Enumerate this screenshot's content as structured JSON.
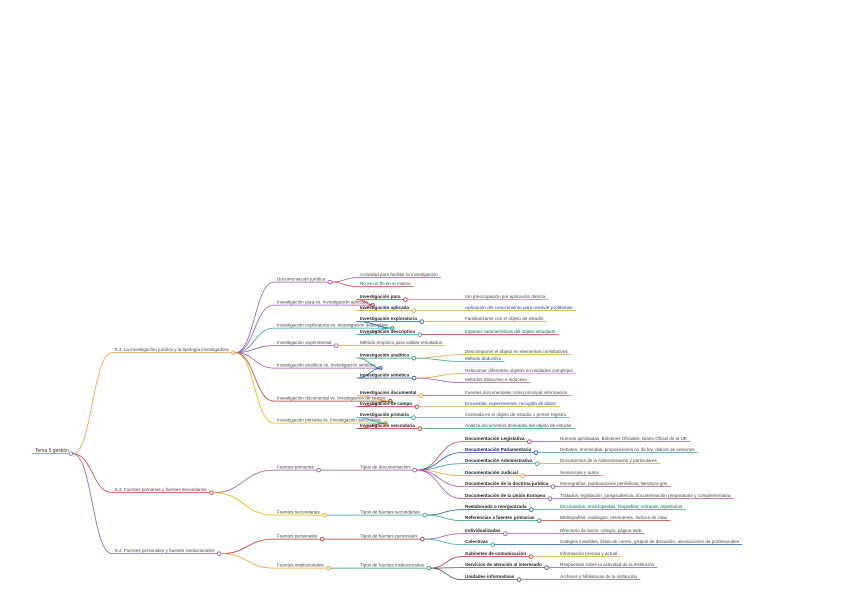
{
  "root": {
    "label": "Tema 5 gestión",
    "color": "#6f8fb0"
  },
  "branches": [
    {
      "label": "5.3. La investigación jurídica y la tipología investigadora",
      "color": "#f0a040",
      "children": [
        {
          "label": "Documentación jurídica",
          "color": "#9b59b6",
          "children": [
            {
              "label": "Actividad para facilitar la investigación",
              "color": "#9b59b6"
            },
            {
              "label": "No es un fin en sí mismo",
              "color": "#d64545"
            }
          ]
        },
        {
          "label": "Investigación pura vs. Investigación aplicada",
          "color": "#9b59b6",
          "children": [
            {
              "label": "Investigación pura",
              "bold": true,
              "color": "#c0392b",
              "children": [
                {
                  "label": "Sin preocupación por aplicación directa",
                  "color": "#b47ec9"
                }
              ]
            },
            {
              "label": "Investigación aplicada",
              "bold": true,
              "color": "#e6a040",
              "children": [
                {
                  "label": "Aplicación del conocimiento para resolver problemas",
                  "color": "#e6a040"
                }
              ]
            }
          ]
        },
        {
          "label": "Investigación exploratoria vs. Investigación descriptiva",
          "color": "#3aa0b0",
          "children": [
            {
              "label": "Investigación exploratoria",
              "bold": true,
              "color": "#1f5fa8",
              "children": [
                {
                  "label": "Familiarizarse con el objeto de estudio",
                  "color": "#e6a040"
                }
              ]
            },
            {
              "label": "Investigación descriptiva",
              "bold": true,
              "color": "#3aa0b0",
              "children": [
                {
                  "label": "Exponer características del objeto estudiado",
                  "color": "#c0392b"
                }
              ]
            }
          ]
        },
        {
          "label": "Investigación experimental",
          "color": "#9b59b6",
          "children": [
            {
              "label": "Método empírico para validar resultados",
              "color": "#e6a040"
            }
          ]
        },
        {
          "label": "Investigación analítica vs. Investigación sintética",
          "color": "#9b59b6",
          "children": [
            {
              "label": "Investigación analítica",
              "bold": true,
              "color": "#2e9e6b",
              "children": [
                {
                  "label": "Descomponer el objeto en elementos constitutivos",
                  "color": "#e6a040"
                },
                {
                  "label": "Método deductivo",
                  "color": "#3aa0b0"
                }
              ]
            },
            {
              "label": "Investigación sintética",
              "bold": true,
              "color": "#1f5fa8",
              "children": [
                {
                  "label": "Relacionar diferentes objetos en unidades complejas",
                  "color": "#e6a040"
                },
                {
                  "label": "Métodos deductivo e inductivo",
                  "color": "#9b59b6"
                }
              ]
            }
          ]
        },
        {
          "label": "Investigación documental vs. Investigación de campo",
          "color": "#c0392b",
          "children": [
            {
              "label": "Investigación documental",
              "bold": true,
              "color": "#e6a040",
              "children": [
                {
                  "label": "Fuentes documentales como principal información",
                  "color": "#9b59b6"
                }
              ]
            },
            {
              "label": "Investigación de campo",
              "bold": true,
              "color": "#c0392b",
              "children": [
                {
                  "label": "Encuestas, experimentos, recogida de datos",
                  "color": "#e6a040"
                }
              ]
            }
          ]
        },
        {
          "label": "Investigación primaria vs. Investigación secundaria",
          "color": "#e6b800",
          "children": [
            {
              "label": "Investigación primaria",
              "bold": true,
              "color": "#3aa0b0",
              "children": [
                {
                  "label": "Centrada en el objeto de estudio o primer registro",
                  "color": "#3aa0b0"
                }
              ]
            },
            {
              "label": "Investigación secundaria",
              "bold": true,
              "color": "#c0392b",
              "children": [
                {
                  "label": "Analiza documentos derivados del objeto de estudio",
                  "color": "#2e9e6b"
                }
              ]
            }
          ]
        }
      ]
    },
    {
      "label": "5.3. Fuentes primarias y fuentes secundarias",
      "color": "#d64545",
      "children": [
        {
          "label": "Fuentes primarias",
          "color": "#9b59b6",
          "children": [
            {
              "label": "Tipos de documentación",
              "color": "#9b59b6",
              "children": [
                {
                  "label": "Documentación Legislativa",
                  "bold": true,
                  "color": "#d64545",
                  "children": [
                    {
                      "label": "Normas aprobadas, Boletines Oficiales, Diario Oficial de la UE",
                      "color": "#9b59b6"
                    }
                  ]
                },
                {
                  "label": "Documentación Parlamentaria",
                  "bold": true,
                  "color": "#1f5fa8",
                  "children": [
                    {
                      "label": "Debates, enmiendas, proposiciones no de ley, diarios de sesiones",
                      "color": "#3aa0b0"
                    }
                  ]
                },
                {
                  "label": "Documentación Administrativa",
                  "bold": true,
                  "color": "#3aa0b0",
                  "children": [
                    {
                      "label": "Documentos de la Administración y particulares",
                      "color": "#e6a040"
                    }
                  ]
                },
                {
                  "label": "Documentación Judicial",
                  "bold": true,
                  "color": "#e6a040",
                  "children": [
                    {
                      "label": "Sentencias y autos",
                      "color": "#9b59b6"
                    }
                  ]
                },
                {
                  "label": "Documentación de la doctrina jurídica",
                  "bold": true,
                  "color": "#9b59b6",
                  "children": [
                    {
                      "label": "Monografías, publicaciones periódicas, literatura gris",
                      "color": "#9b59b6"
                    }
                  ]
                },
                {
                  "label": "Documentación de la Unión Europea",
                  "bold": true,
                  "color": "#9b59b6",
                  "children": [
                    {
                      "label": "Tratados, legislación, jurisprudencia, documentación preparatoria y complementaria",
                      "color": "#9b59b6"
                    }
                  ]
                }
              ]
            }
          ]
        },
        {
          "label": "Fuentes secundarias",
          "color": "#e6b800",
          "children": [
            {
              "label": "Tipos de fuentes secundarias",
              "color": "#3aa0b0",
              "children": [
                {
                  "label": "Reelaborada o reorganizada",
                  "bold": true,
                  "color": "#1f5fa8",
                  "children": [
                    {
                      "label": "Diccionarios, enciclopedias, biografías, crónicas, repertorios",
                      "color": "#3aa0b0"
                    }
                  ]
                },
                {
                  "label": "Referencias a fuentes primarias",
                  "bold": true,
                  "color": "#2e9e6b",
                  "children": [
                    {
                      "label": "Bibliografías, catálogos, resúmenes, índices de citas",
                      "color": "#c0392b"
                    }
                  ]
                }
              ]
            }
          ]
        }
      ]
    },
    {
      "label": "5.4. Fuentes personales y fuentes institucionales",
      "color": "#9b59b6",
      "children": [
        {
          "label": "Fuentes personales",
          "color": "#c0392b",
          "children": [
            {
              "label": "Tipos de fuentes personales",
              "color": "#c0392b",
              "children": [
                {
                  "label": "Individualizadas",
                  "bold": true,
                  "color": "#9b59b6",
                  "children": [
                    {
                      "label": "Directorio de laxos, colegio, página web",
                      "color": "#9b59b6"
                    }
                  ]
                },
                {
                  "label": "Colectivas",
                  "bold": true,
                  "color": "#3aa0b0",
                  "children": [
                    {
                      "label": "Colegios invisibles, listas de correo, grupos de discusión, asociaciones de profesionales",
                      "color": "#1f5fa8"
                    }
                  ]
                }
              ]
            }
          ]
        },
        {
          "label": "Fuentes institucionales",
          "color": "#e6a040",
          "children": [
            {
              "label": "Tipos de fuentes institucionales",
              "color": "#2e9e6b",
              "children": [
                {
                  "label": "Gabinetes de comunicación",
                  "bold": true,
                  "color": "#c0392b",
                  "children": [
                    {
                      "label": "Información precisa y actual",
                      "color": "#e6a040"
                    }
                  ]
                },
                {
                  "label": "Servicios de atención al interesado",
                  "bold": true,
                  "color": "#555555",
                  "children": [
                    {
                      "label": "Respuestas sobre la actividad de la institución",
                      "color": "#9b59b6"
                    }
                  ]
                },
                {
                  "label": "Unidades informativas",
                  "bold": true,
                  "color": "#555555",
                  "children": [
                    {
                      "label": "Archivos y bibliotecas de la institución",
                      "color": "#9b59b6"
                    }
                  ]
                }
              ]
            }
          ]
        }
      ]
    }
  ]
}
